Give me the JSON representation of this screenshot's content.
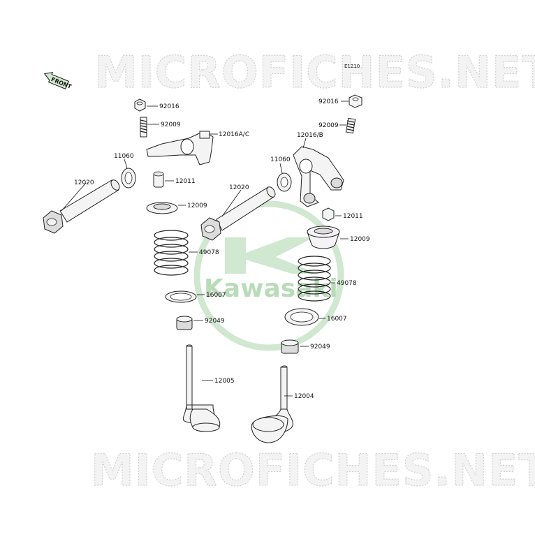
{
  "watermark": {
    "text": "MICROFICHES.NET"
  },
  "diagram_code": "E1210",
  "front_label": "FRONT",
  "logo_text": "Kawasaki",
  "callouts": {
    "p92016_left": "92016",
    "p92009_left": "92009",
    "p12016ac": "12016A/C",
    "p11060_left": "11060",
    "p12011_left": "12011",
    "p12020_left": "12020",
    "p12009_left": "12009",
    "p49078_left": "49078",
    "p16007_left": "16007",
    "p92049_left": "92049",
    "p12005": "12005",
    "p92016_right": "92016",
    "p92009_right": "92009",
    "p12016b": "12016/B",
    "p11060_right": "11060",
    "p12020_right": "12020",
    "p12011_right": "12011",
    "p12009_right": "12009",
    "p49078_right": "49078",
    "p16007_right": "16007",
    "p92049_right": "92049",
    "p12004": "12004"
  },
  "colors": {
    "logo_green": "#cfe8cf",
    "front_arrow": "#3a8a3a"
  }
}
